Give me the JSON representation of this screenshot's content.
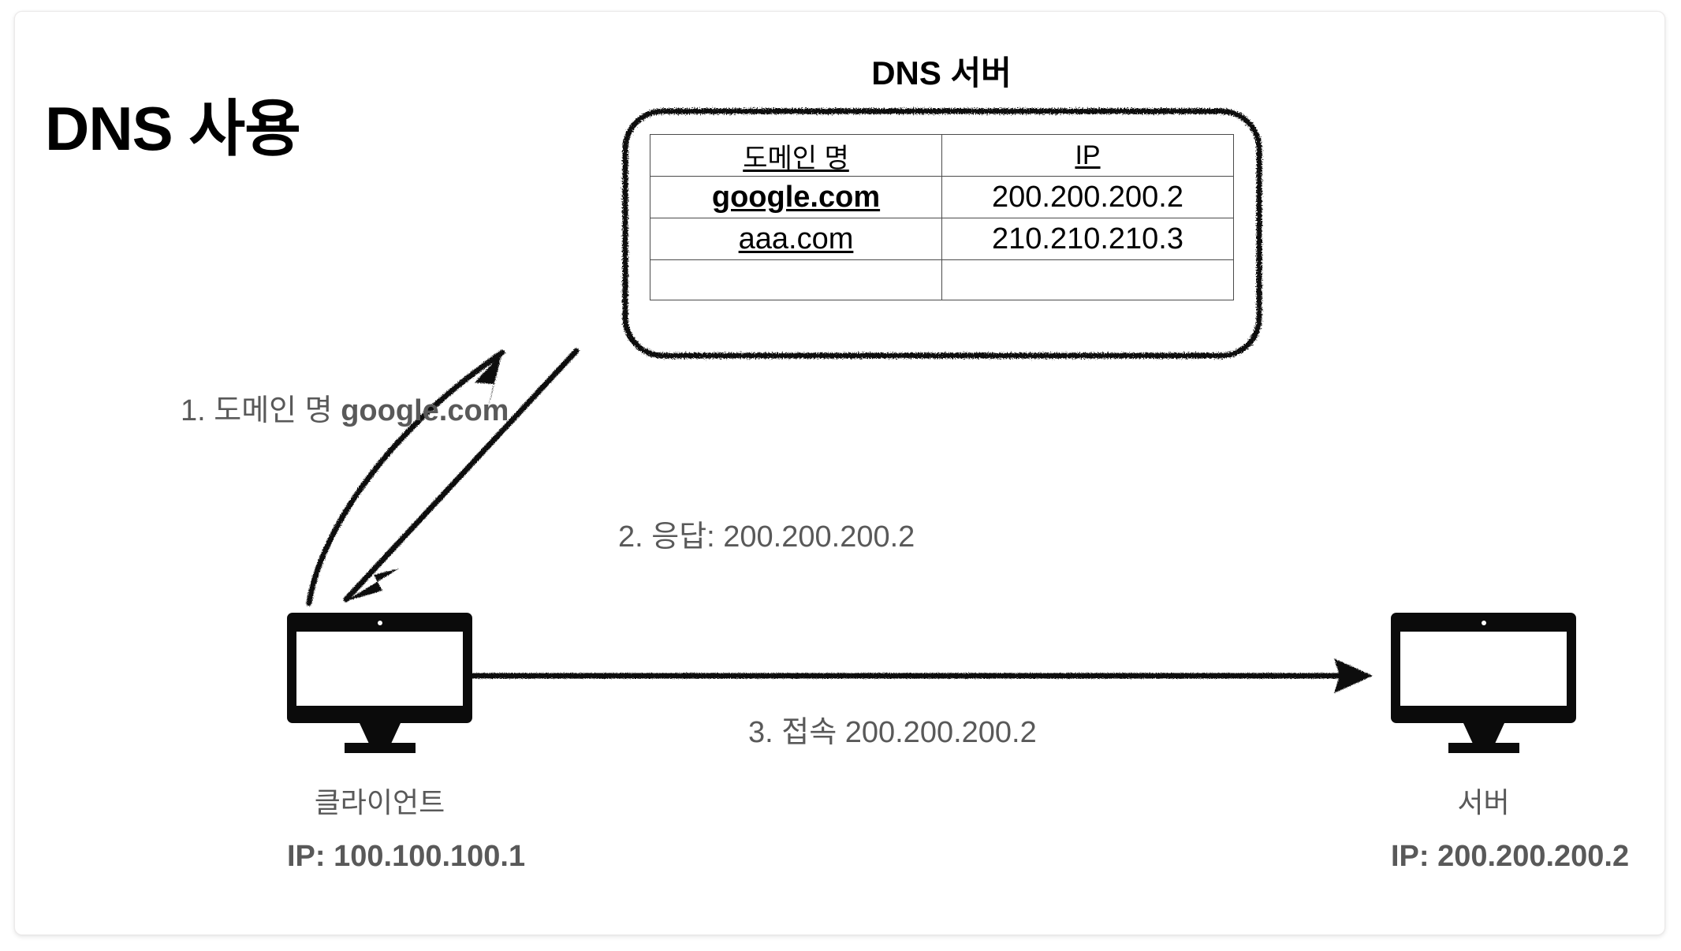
{
  "page": {
    "title": "DNS 사용"
  },
  "dns_server": {
    "caption": "DNS 서버",
    "table": {
      "headers": [
        "도메인 명",
        "IP"
      ],
      "rows": [
        {
          "domain": "google.com",
          "ip": "200.200.200.2",
          "domain_bold": true,
          "domain_underline": true
        },
        {
          "domain": "aaa.com",
          "ip": "210.210.210.3",
          "domain_bold": false,
          "domain_underline": true
        },
        {
          "domain": "",
          "ip": ""
        }
      ]
    }
  },
  "flows": [
    {
      "id": "step-1",
      "prefix": "1. 도메인 명 ",
      "strong": "google.com",
      "suffix": ""
    },
    {
      "id": "step-2",
      "prefix": "2. 응답: 200.200.200.2",
      "strong": "",
      "suffix": ""
    },
    {
      "id": "step-3",
      "prefix": "3. 접속 200.200.200.2",
      "strong": "",
      "suffix": ""
    }
  ],
  "nodes": {
    "client": {
      "name": "클라이언트",
      "ip": "IP: 100.100.100.1",
      "icon": "desktop-monitor-icon"
    },
    "server": {
      "name": "서버",
      "ip": "IP: 200.200.200.2",
      "icon": "desktop-monitor-icon"
    }
  },
  "colors": {
    "ink": "#000000",
    "gray_text": "#595959",
    "table_border": "#4b4b4b",
    "canvas": "#ffffff"
  }
}
